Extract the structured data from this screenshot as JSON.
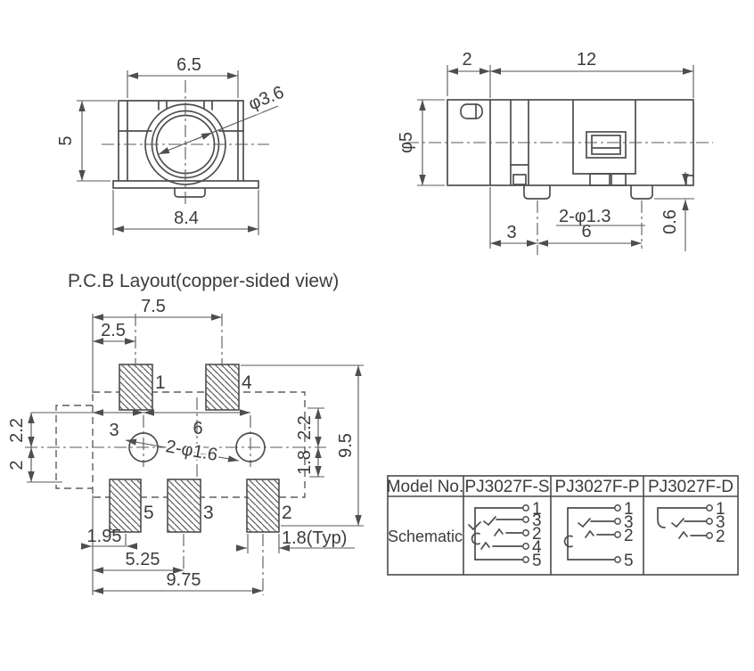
{
  "front_view": {
    "dim_width_top": "6.5",
    "dim_height": "5",
    "dim_width_flange": "8.4",
    "dim_hole": "φ3.6"
  },
  "side_view": {
    "dim_cap": "2",
    "dim_length": "12",
    "dim_barrel": "φ5",
    "dim_pin1_offset": "3",
    "dim_pin_pitch": "6",
    "dim_pins": "2-φ1.3",
    "dim_standoff": "0.6"
  },
  "pcb_layout": {
    "title": "P.C.B Layout(copper-sided view)",
    "dim_pad4_x": "7.5",
    "dim_pad1_x": "2.5",
    "dim_hole1_x": "3",
    "dim_hole_pitch": "6",
    "dim_holes": "2-φ1.6",
    "dim_left_top": "2.2",
    "dim_left_bottom": "2",
    "dim_right_top": "2.2",
    "dim_right_bottom": "1.8",
    "dim_total_height": "9.5",
    "dim_pad5_x": "1.95",
    "dim_pad3_x": "5.25",
    "dim_pad2_x": "9.75",
    "dim_pad_width": "1.8(Typ)",
    "pad_labels": {
      "p1": "1",
      "p4": "4",
      "p5": "5",
      "p3": "3",
      "p2": "2"
    }
  },
  "table": {
    "headers": [
      "Model No.",
      "PJ3027F-S",
      "PJ3027F-P",
      "PJ3027F-D"
    ],
    "row_label": "Schematic",
    "schematics": [
      {
        "model": "PJ3027F-S",
        "pins": [
          "1",
          "3",
          "2",
          "4",
          "5"
        ]
      },
      {
        "model": "PJ3027F-P",
        "pins": [
          "1",
          "3",
          "2",
          "5"
        ]
      },
      {
        "model": "PJ3027F-D",
        "pins": [
          "1",
          "3",
          "2"
        ]
      }
    ]
  }
}
